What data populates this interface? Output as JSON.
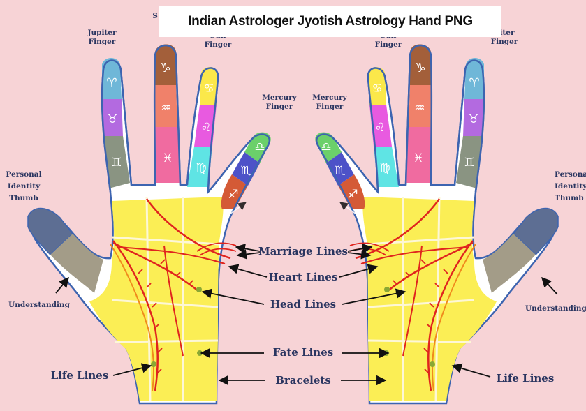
{
  "title": "Indian Astrologer Jyotish Astrology Hand PNG",
  "labels": {
    "jupiter": [
      "Jupiter",
      "Finger"
    ],
    "saturn_partial": "S",
    "sun": [
      "Sun",
      "Finger"
    ],
    "mercury": [
      "Mercury",
      "Finger"
    ],
    "thumb": [
      "Personal",
      "Identity",
      "Thumb"
    ],
    "understanding": "Understanding",
    "marriage": "Marriage Lines",
    "heart": "Heart Lines",
    "head": "Head Lines",
    "fate": "Fate Lines",
    "bracelets": "Bracelets",
    "life": "Life Lines"
  },
  "zodiac_signs": {
    "jupiter_finger": [
      "♈",
      "♉",
      "♊"
    ],
    "saturn_finger": [
      "♑",
      "♒",
      "♓"
    ],
    "sun_finger": [
      "♋",
      "♌",
      "♍"
    ],
    "mercury_finger": [
      "♎",
      "♏",
      "♐"
    ]
  },
  "colors": {
    "background": "#f7d3d6",
    "palm_yellow": "#fbee55",
    "hand_outline": "#3d64b0",
    "line_red": "#e0241e",
    "line_orange": "#f08a1c",
    "label_text": "#2a3560"
  }
}
